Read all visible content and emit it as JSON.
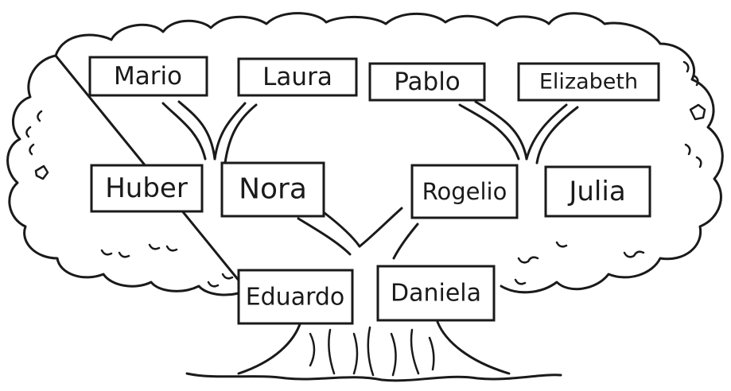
{
  "people": {
    "mario": "Mario",
    "laura": "Laura",
    "pablo": "Pablo",
    "elizabeth": "Elizabeth",
    "huber": "Huber",
    "nora": "Nora",
    "rogelio": "Rogelio",
    "julia": "Julia",
    "eduardo": "Eduardo",
    "daniela": "Daniela"
  },
  "colors": {
    "ink": "#1a1a1a",
    "background": "#ffffff"
  }
}
